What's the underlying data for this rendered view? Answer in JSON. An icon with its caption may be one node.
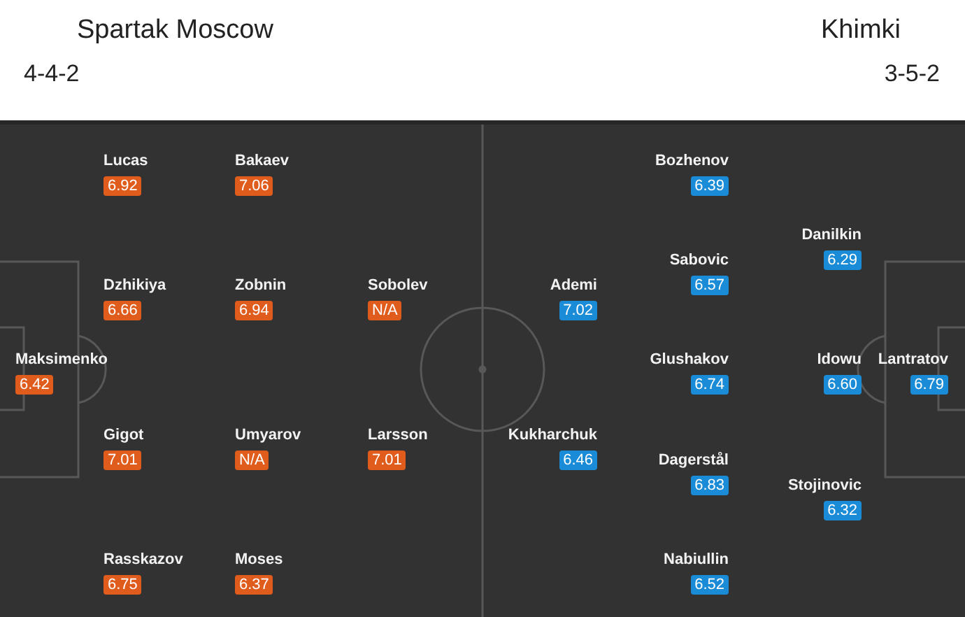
{
  "diagram": {
    "nodes": [
      {
        "text": [
          "Maksimenko",
          "6.42"
        ]
      },
      {
        "text": [
          "Lucas",
          "6.92"
        ]
      },
      {
        "text": [
          "Dzhikiya",
          "6.66"
        ]
      },
      {
        "text": [
          "Gigot",
          "7.01"
        ]
      },
      {
        "text": [
          "Rasskazov",
          "6.75"
        ]
      },
      {
        "text": [
          "Bakaev",
          "7.06"
        ]
      },
      {
        "text": [
          "Zobnin",
          "6.94"
        ]
      },
      {
        "text": [
          "Umyarov",
          "N/A"
        ]
      },
      {
        "text": [
          "Moses",
          "6.37"
        ]
      },
      {
        "text": [
          "Sobolev",
          "N/A"
        ]
      },
      {
        "text": [
          "Larsson",
          "7.01"
        ]
      },
      {
        "text": [
          "Ademi",
          "7.02"
        ]
      },
      {
        "text": [
          "Kukharchuk",
          "6.46"
        ]
      },
      {
        "text": [
          "Bozhenov",
          "6.39"
        ]
      },
      {
        "text": [
          "Sabovic",
          "6.57"
        ]
      },
      {
        "text": [
          "Glushakov",
          "6.74"
        ]
      },
      {
        "text": [
          "Dagerstål",
          "6.83"
        ]
      },
      {
        "text": [
          "Nabiullin",
          "6.52"
        ]
      },
      {
        "text": [
          "Danilkin",
          "6.29"
        ]
      },
      {
        "text": [
          "Idowu",
          "6.60"
        ]
      },
      {
        "text": [
          "Stojinovic",
          "6.32"
        ]
      },
      {
        "text": [
          "Lantratov",
          "6.79"
        ]
      }
    ],
    "labels": [
      "Spartak Moscow",
      "Khimki",
      "4-4-2",
      "3-5-2"
    ]
  }
}
